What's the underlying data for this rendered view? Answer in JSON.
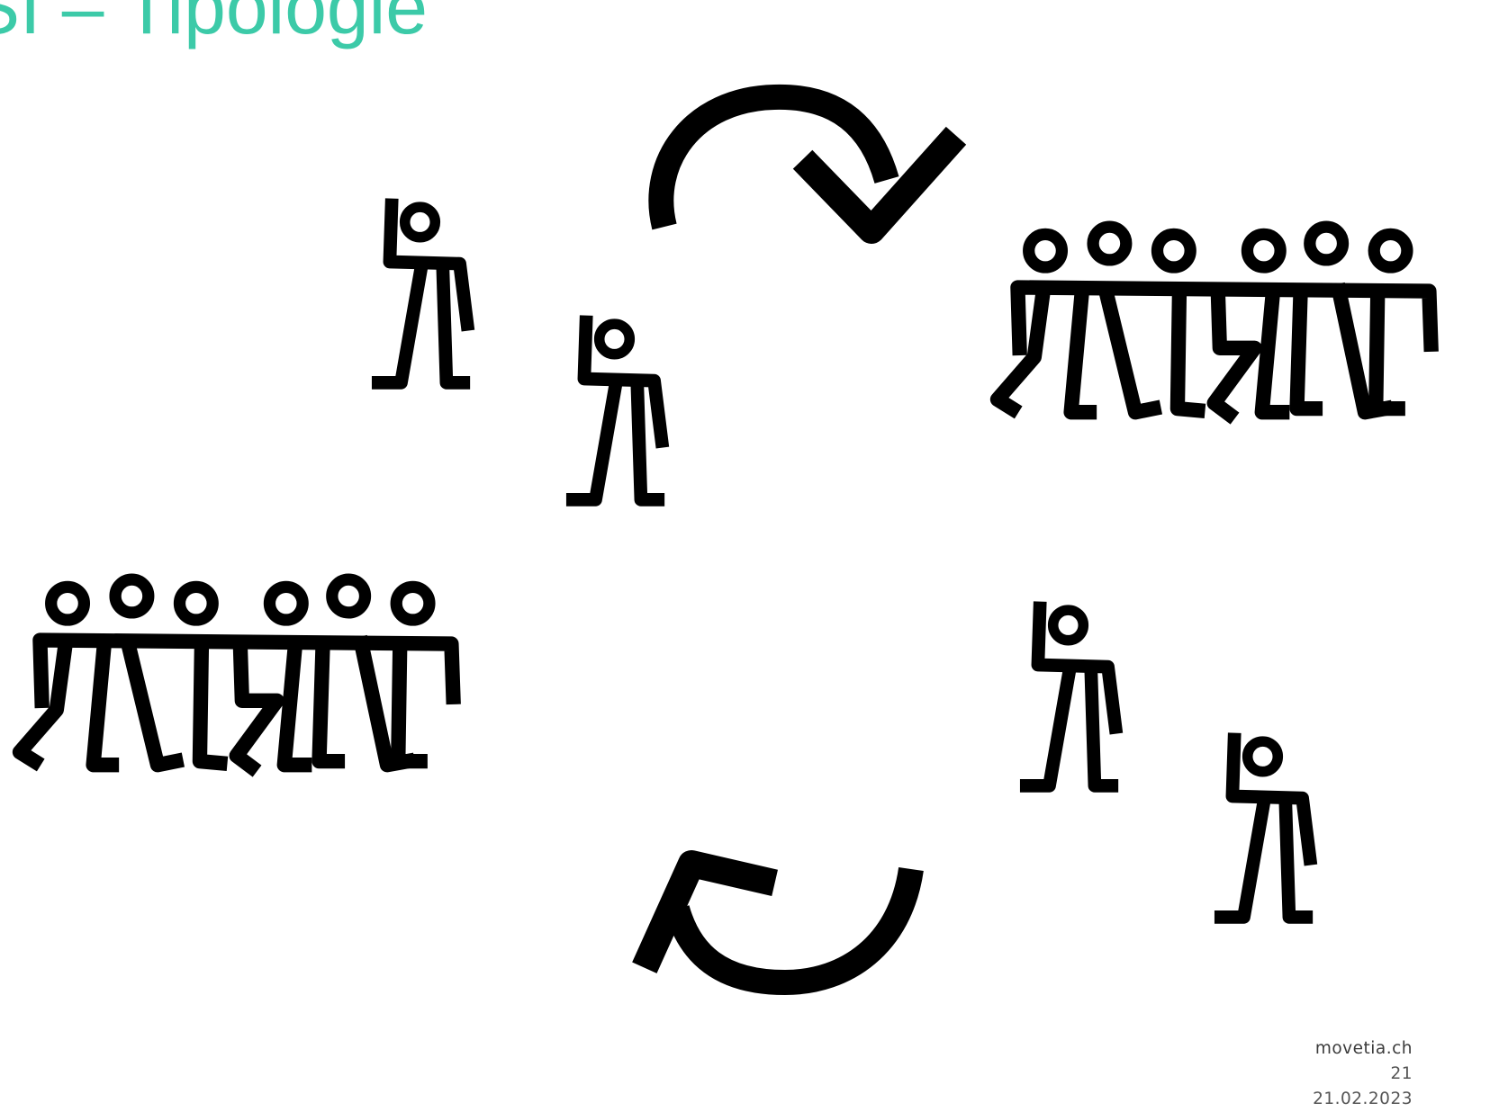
{
  "slide": {
    "title": "SI – Tipologie"
  },
  "illustration": {
    "groups": [
      "two-people-top-left",
      "group-of-six-top-right",
      "group-of-six-bottom-left",
      "two-people-bottom-right"
    ],
    "arrows": [
      "clockwise-arrow-top",
      "clockwise-arrow-bottom"
    ]
  },
  "footer": {
    "site": "movetia.ch",
    "page_number": "21",
    "date": "21.02.2023"
  }
}
